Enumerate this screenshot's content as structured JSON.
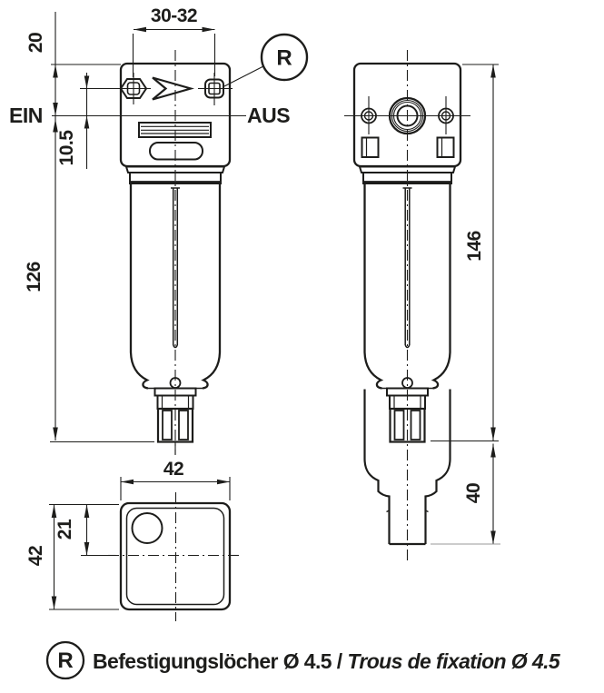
{
  "front_view": {
    "inlet_label": "EIN",
    "outlet_label": "AUS",
    "callout": "R",
    "dim_hole_spacing": "30-32",
    "dim_top_to_port_axis": "20",
    "dim_port_axis_to_holes": "10.5",
    "dim_port_axis_to_bowl_bottom": "126"
  },
  "side_view": {
    "dim_overall_height": "146",
    "dim_drain_tube": "40"
  },
  "top_view": {
    "dim_width": "42",
    "dim_depth": "42",
    "dim_port_axis_offset": "21"
  },
  "legend": {
    "symbol": "R",
    "text_de": "Befestigungslöcher Ø 4.5",
    "separator": " / ",
    "text_fr": "Trous de fixation Ø 4.5"
  },
  "colors": {
    "line": "#1d1d1b",
    "muted_line": "#9a9a9a",
    "background": "#ffffff"
  }
}
